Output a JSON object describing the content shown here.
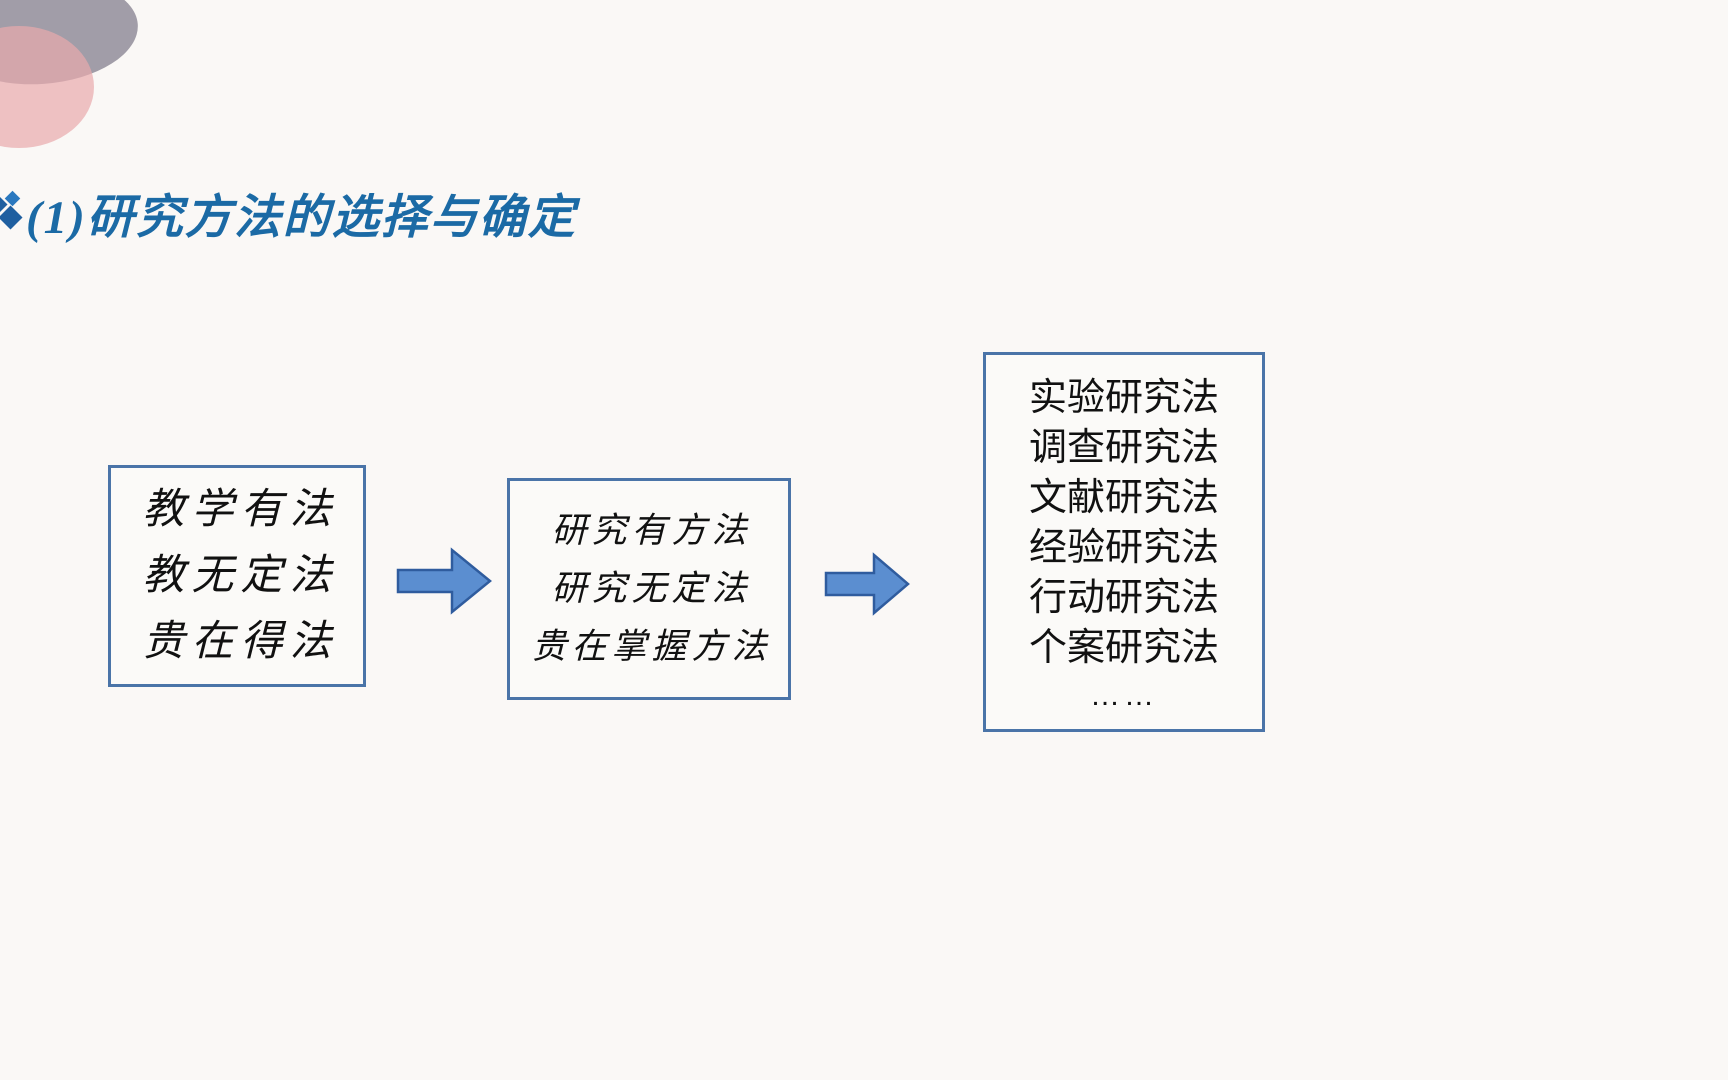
{
  "slide": {
    "background_color": "#faf8f6",
    "accent_color": "#1b6aa5",
    "box_border_color": "#4a74a8",
    "arrow_fill_color": "#5b8ed0",
    "arrow_stroke_color": "#2f5c9e",
    "heading": {
      "bullet": "diamond-bullet",
      "text": "(1)研究方法的选择与确定"
    }
  },
  "decoration": {
    "gray_blob_color": "#6b6577",
    "pink_blob_color": "#e8a9ad"
  },
  "flow": {
    "boxes": [
      {
        "id": "slogan-teaching",
        "lines": [
          "教学有法",
          "教无定法",
          "贵在得法"
        ]
      },
      {
        "id": "slogan-research",
        "lines": [
          "研究有方法",
          "研究无定法",
          "贵在掌握方法"
        ]
      },
      {
        "id": "method-list",
        "lines": [
          "实验研究法",
          "调查研究法",
          "文献研究法",
          "经验研究法",
          "行动研究法",
          "个案研究法",
          "……"
        ]
      }
    ],
    "arrows": [
      {
        "id": "arrow-one",
        "direction": "right"
      },
      {
        "id": "arrow-two",
        "direction": "right"
      }
    ]
  }
}
